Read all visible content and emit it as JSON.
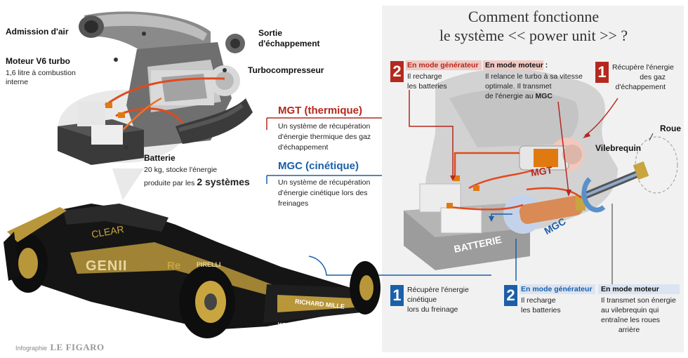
{
  "title": {
    "line1": "Comment fonctionne",
    "line2": "le système << power unit >> ?"
  },
  "engine_labels": {
    "admission": "Admission d'air",
    "moteur": "Moteur V6 turbo",
    "moteur_desc1": "1,6 litre à combustion",
    "moteur_desc2": "interne",
    "sortie1": "Sortie",
    "sortie2": "d'échappement",
    "turbo": "Turbocompresseur",
    "batterie": "Batterie",
    "batterie_desc1": "20 kg, stocke l'énergie",
    "batterie_desc2a": "produite par les",
    "batterie_desc2b": "2 systèmes"
  },
  "mgt": {
    "title": "MGT (thermique)",
    "desc1": "Un système de récupération",
    "desc2": "d'énergie thermique des gaz",
    "desc3": "d'échappement"
  },
  "mgc": {
    "title": "MGC (cinétique)",
    "desc1": "Un système de récupération",
    "desc2": "d'énergie cinétique lors des",
    "desc3": "freinages"
  },
  "diagram_labels": {
    "mgt": "MGT",
    "mgc": "MGC",
    "batterie": "BATTERIE",
    "roue": "Roue",
    "vilebrequin": "Vilebrequin"
  },
  "steps": {
    "red2": {
      "num": "2",
      "gen_title": "En mode générateur",
      "gen_desc1": "Il recharge",
      "gen_desc2": "les batteries",
      "mot_title": "En mode moteur :",
      "mot_desc1": "Il relance le turbo à sa vitesse",
      "mot_desc2": "optimale. Il transmet",
      "mot_desc3a": "de l'énergie au",
      "mot_desc3b": "MGC"
    },
    "red1": {
      "num": "1",
      "desc1": "Récupère l'énergie",
      "desc2": "des gaz",
      "desc3": "d'échappement"
    },
    "blue1": {
      "num": "1",
      "desc1": "Récupère l'énergie",
      "desc2": "cinétique",
      "desc3": "lors du freinage"
    },
    "blue2": {
      "num": "2",
      "gen_title": "En mode générateur",
      "gen_desc1": "Il recharge",
      "gen_desc2": "les batteries",
      "mot_title": "En mode moteur",
      "mot_desc1": "Il transmet son énergie",
      "mot_desc2": "au vilebrequin qui",
      "mot_desc3": "entraîne les roues",
      "mot_desc4": "arrière"
    }
  },
  "car_text": {
    "sponsor1": "CLEAR",
    "sponsor2": "GENII",
    "sponsor3": "RICHARD MILLE",
    "sponsor4": "YOTAPHONE",
    "sponsor5": "PIRELLI",
    "sponsor6": "Re"
  },
  "credit": {
    "prefix": "Infographie",
    "brand": "LE FIGARO"
  },
  "colors": {
    "red": "#b5281e",
    "blue": "#1b5fa8",
    "gold": "#b8963a",
    "panel": "#f1f1f1"
  }
}
